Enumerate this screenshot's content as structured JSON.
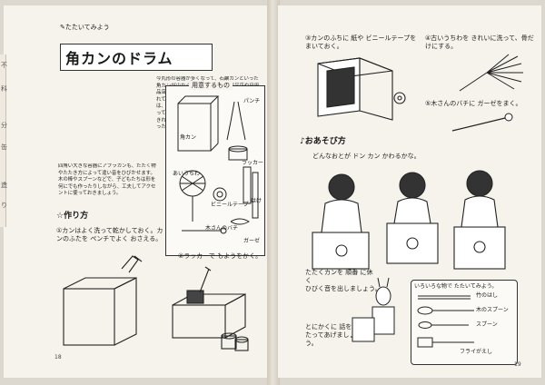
{
  "left_page": {
    "header": "たたいてみよう",
    "title": "角カンのドラム",
    "intro_paragraph": "今丸形の容器が多くなって、石鹸カンといった角カンが少なくなりましたが、食料品店や日用品店などにいくと四角い形のアブラカンが売られている所があります。食料品の物を使う場合は、中に危険物がないかどうか確かめてから使ってください。音を出して、内側についた物をきれいに洗いましょう。このカンをきれいに洗ったら、作りはじめましょう。",
    "second_paragraph": "四角い大きな容器にアブラカンも、たたく物やたたき方によって違い音をひびかせます。木の棒やスプーンなどで、子どもたちは形を何にでも作ったりしながら、工夫してアクセントに使っておきましょう。",
    "materials_title": "用意するもの",
    "materials": [
      "パンチ",
      "角カン",
      "ラッカー",
      "あいうちわ",
      "ビニールテープ",
      "木さんのバチ",
      "はけ",
      "ガーゼ"
    ],
    "steps_title": "作り方",
    "step1": "①カンはよく洗って乾かしておく。カンのふたを ペンチでよく おさえる。",
    "step2": "②ラッカーで もようをかく。",
    "edge_chars": [
      "不",
      "科",
      "分",
      "缶",
      "造",
      "り"
    ],
    "page_number": "18"
  },
  "right_page": {
    "step3": "③カンのふちに 紙や ビニールテープをまいておく。",
    "step4": "④古いうちわを きれいに洗って、骨だけにする。",
    "step5": "⑤木さんのバチに ガーゼをまく。",
    "play_title": "おあそび方",
    "play_desc": "どんなおとが ドン カン かわるかな。",
    "play_labels": [
      "たたくカンを 順番 に休く",
      "ひびく音を出しましょう。",
      "とにかくに 話を かたってあげましょう。"
    ],
    "tools_intro": "いろいろな物で たたいてみよう。",
    "tools": [
      "竹のはし",
      "木のスプーン",
      "スプーン",
      "フライがえし"
    ],
    "page_number": "19"
  }
}
